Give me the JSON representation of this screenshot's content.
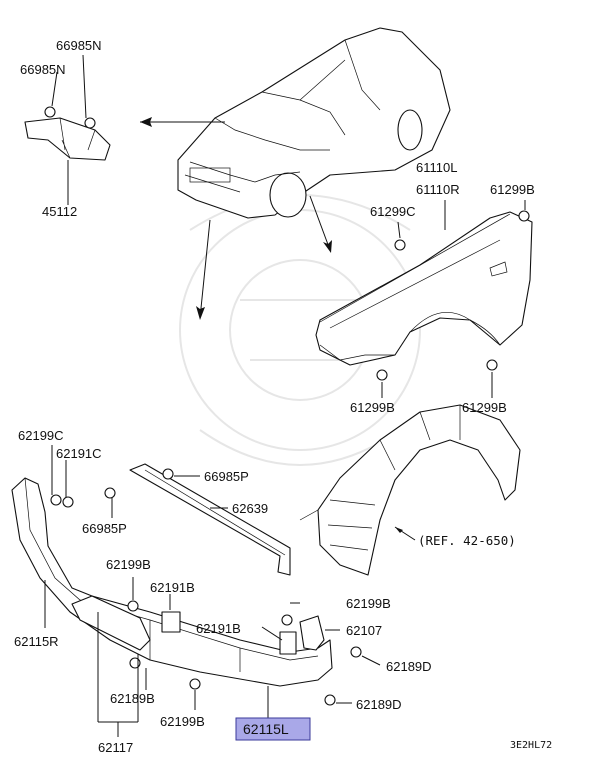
{
  "diagram": {
    "labels": {
      "p66985N_top": "66985N",
      "p66985N_left": "66985N",
      "p45112": "45112",
      "p61110L": "61110L",
      "p61110R": "61110R",
      "p61299B_top": "61299B",
      "p61299C": "61299C",
      "p61299B_lower_left": "61299B",
      "p61299B_lower_right": "61299B",
      "p62199C": "62199C",
      "p62191C": "62191C",
      "p66985P_upper": "66985P",
      "p66985P_lower": "66985P",
      "p62639": "62639",
      "p62199B_mid": "62199B",
      "p62191B_mid": "62191B",
      "p62115R": "62115R",
      "p62189B": "62189B",
      "p62117": "62117",
      "p62199B_bottom": "62199B",
      "p62199B_right": "62199B",
      "p62191B_right": "62191B",
      "p62107": "62107",
      "p62189D_upper": "62189D",
      "p62189D_lower": "62189D",
      "p62115L": "62115L",
      "ref": "(REF. 42-650)",
      "code": "3E2HL72"
    }
  }
}
